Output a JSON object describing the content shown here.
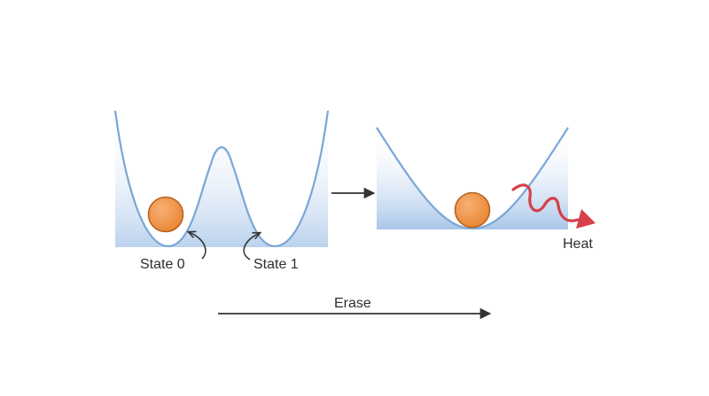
{
  "labels": {
    "state0": "State 0",
    "state1": "State 1",
    "heat": "Heat",
    "erase": "Erase"
  },
  "colors": {
    "well_stroke": "#7aa6d6",
    "well_fill_top": "#ffffff",
    "well_fill_bottom": "#aac7e8",
    "ball_fill": "#f0954a",
    "ball_stroke": "#b8611f",
    "heat_arrow": "#d6404a",
    "arrow": "#333333"
  }
}
